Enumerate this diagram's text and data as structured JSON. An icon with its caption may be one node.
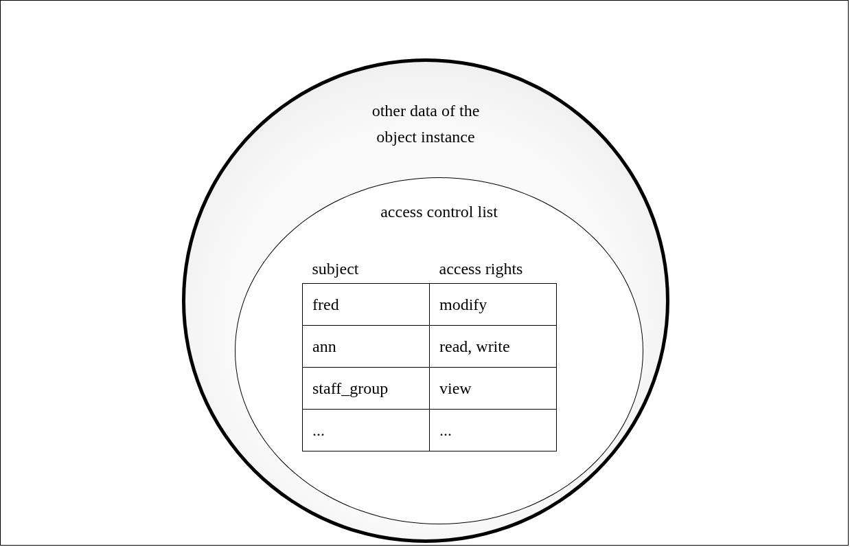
{
  "diagram": {
    "nodes": [
      {
        "text": [
          "other data of the object instance"
        ]
      },
      {
        "text": [
          "access control list"
        ],
        "in": 0
      }
    ],
    "edges": [],
    "labels": [
      "subject",
      "access rights",
      "fred",
      "modify",
      "ann",
      "read, write",
      "staff_group",
      "view",
      "...",
      "..."
    ]
  }
}
